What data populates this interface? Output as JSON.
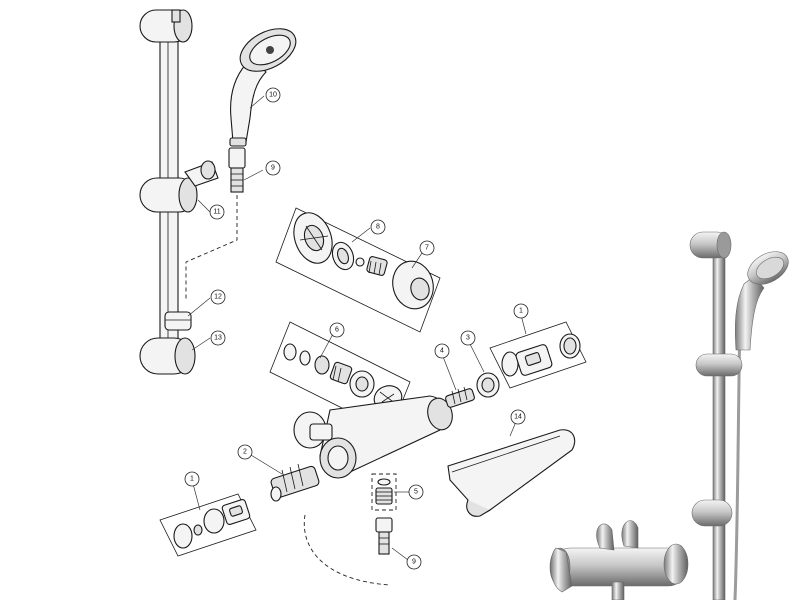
{
  "callouts": [
    {
      "label": "10"
    },
    {
      "label": "9"
    },
    {
      "label": "11"
    },
    {
      "label": "8"
    },
    {
      "label": "7"
    },
    {
      "label": "12"
    },
    {
      "label": "13"
    },
    {
      "label": "6"
    },
    {
      "label": "1"
    },
    {
      "label": "3"
    },
    {
      "label": "4"
    },
    {
      "label": "14"
    },
    {
      "label": "2"
    },
    {
      "label": "1"
    },
    {
      "label": "5"
    },
    {
      "label": "9"
    }
  ],
  "colors": {
    "line": "#1a1a1a",
    "chrome_light": "#e8e8e8",
    "chrome_dark": "#7a7a7a"
  }
}
